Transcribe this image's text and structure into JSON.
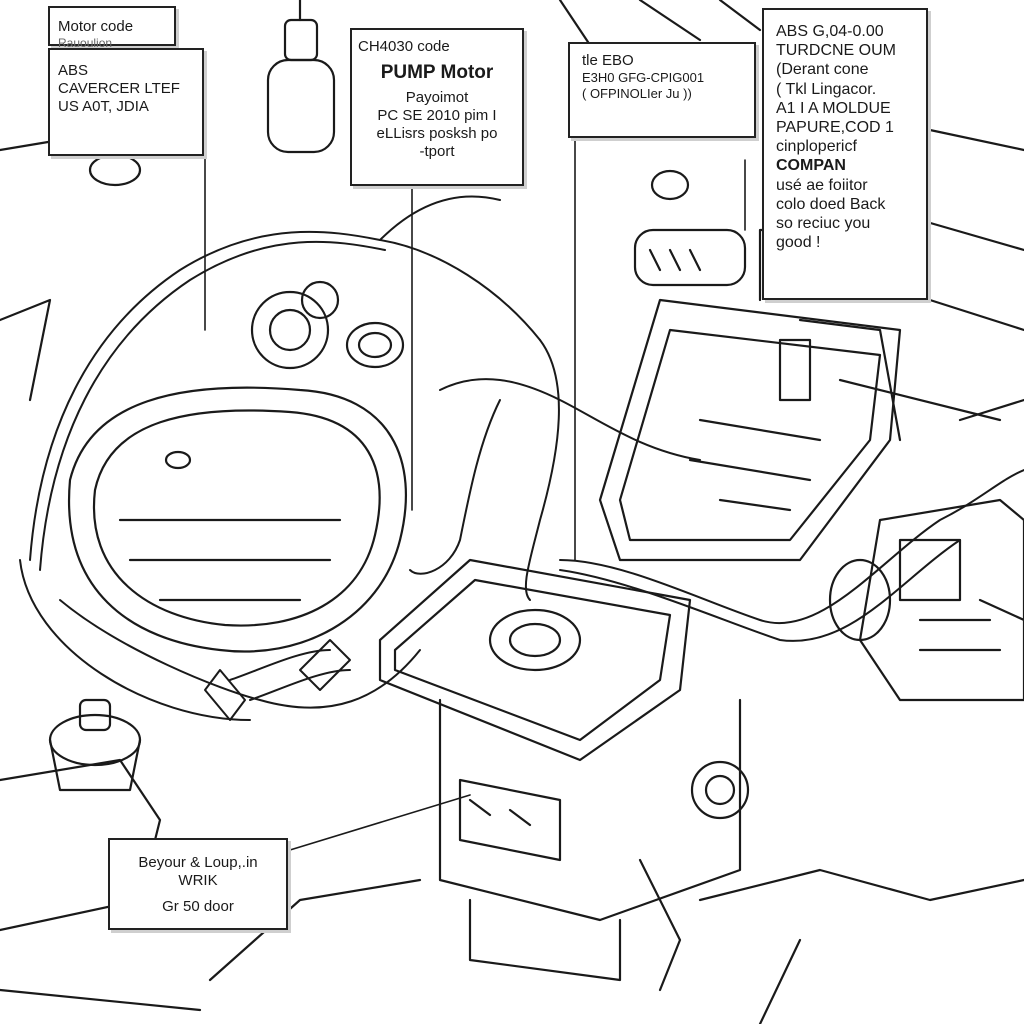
{
  "labels": {
    "motor_code": {
      "title": "Motor code",
      "subtitle": "Rauoulion",
      "line1": "ABS",
      "line2": "CAVERCER LTEF",
      "line3": "US A0T, JDIA"
    },
    "pump_motor": {
      "code": "CH4030 code",
      "title": "PUMP Motor",
      "line1": "Payoimot",
      "line2": "PC SE 2010 pim I",
      "line3": "eLLisrs posksh po",
      "line4": "-tport"
    },
    "ebo": {
      "line1": "tle EBO",
      "line2": "E3H0 GFG-CPIG001",
      "line3": "( OFPINOLIer Ju ))"
    },
    "abs_module": {
      "line1": "ABS G,04-0.00",
      "line2": "TURDCNE OUM",
      "line3": "(Derant cone",
      "line4": "( Tkl Lingacor.",
      "line5": "A1 I A MOLDUE",
      "line6": "PAPURE,COD 1",
      "line7": "cinplopericf",
      "line8": "COMPAN",
      "line9": "usé ae foiitor",
      "line10": "colo doed Back",
      "line11": "so reciuc you",
      "line12": "good !"
    },
    "bottom": {
      "line1": "Beyour & Loup,.in",
      "line2": "WRIK",
      "line3": "Gr 50 door"
    }
  },
  "colors": {
    "ink": "#1a1a1a",
    "paper": "#ffffff",
    "shadow": "#cfcfcf"
  }
}
